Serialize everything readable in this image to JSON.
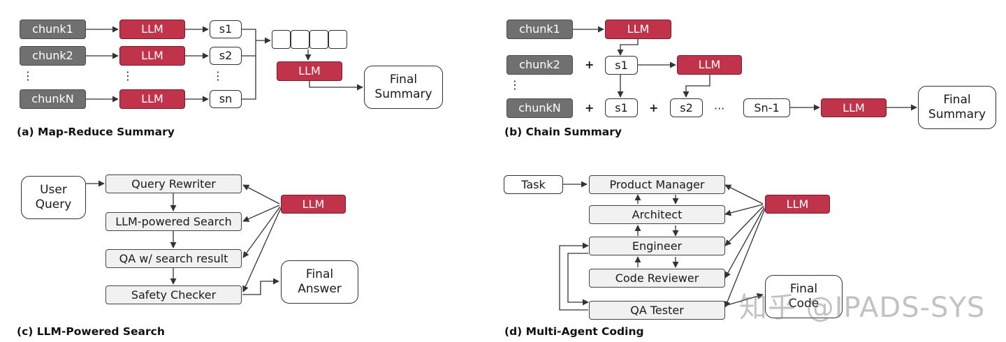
{
  "panel_a": {
    "caption": "(a) Map-Reduce Summary",
    "chunks": [
      "chunk1",
      "chunk2",
      "chunkN"
    ],
    "llm": "LLM",
    "summaries": [
      "s1",
      "s2",
      "sn"
    ],
    "ellipsis": "⋮",
    "final": "Final\nSummary"
  },
  "panel_b": {
    "caption": "(b) Chain Summary",
    "chunks": [
      "chunk1",
      "chunk2",
      "chunkN"
    ],
    "llm": "LLM",
    "s1": "s1",
    "s2": "s2",
    "sn1": "Sn-1",
    "plus": "+",
    "ellipsis_v": "⋮",
    "ellipsis_h": "···",
    "final": "Final\nSummary"
  },
  "panel_c": {
    "caption": "(c) LLM-Powered Search",
    "user_query": "User\nQuery",
    "steps": [
      "Query Rewriter",
      "LLM-powered Search",
      "QA w/ search result",
      "Safety Checker"
    ],
    "llm": "LLM",
    "final": "Final\nAnswer"
  },
  "panel_d": {
    "caption": "(d) Multi-Agent Coding",
    "task": "Task",
    "roles": [
      "Product Manager",
      "Architect",
      "Engineer",
      "Code Reviewer",
      "QA Tester"
    ],
    "llm": "LLM",
    "final": "Final\nCode"
  },
  "watermark": "知乎 @IPADS-SYS"
}
